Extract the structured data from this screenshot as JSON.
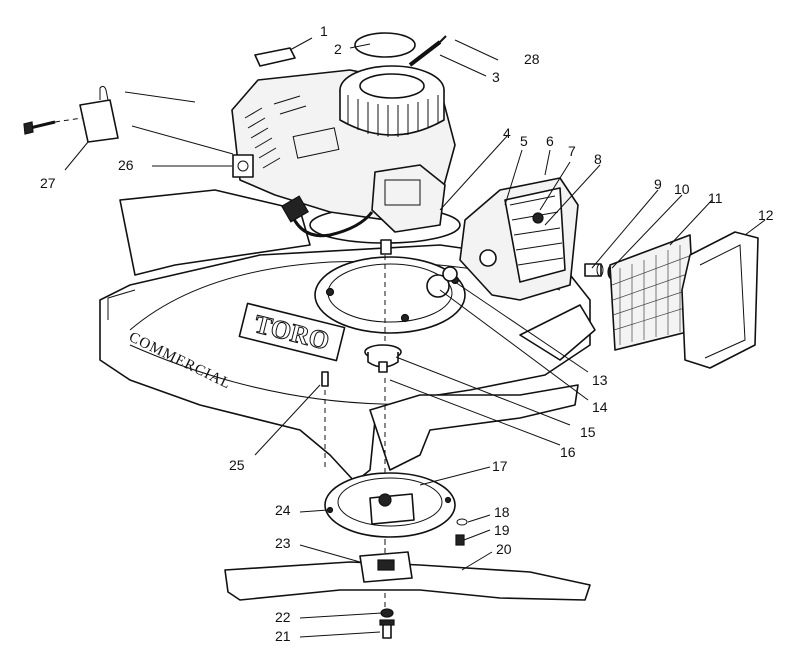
{
  "diagram": {
    "brand_text": "TORO",
    "deck_text": "COMMERCIAL",
    "callouts": [
      "1",
      "2",
      "3",
      "4",
      "5",
      "6",
      "7",
      "8",
      "9",
      "10",
      "11",
      "12",
      "13",
      "14",
      "15",
      "16",
      "17",
      "18",
      "19",
      "20",
      "21",
      "22",
      "23",
      "24",
      "25",
      "26",
      "27",
      "28"
    ]
  }
}
